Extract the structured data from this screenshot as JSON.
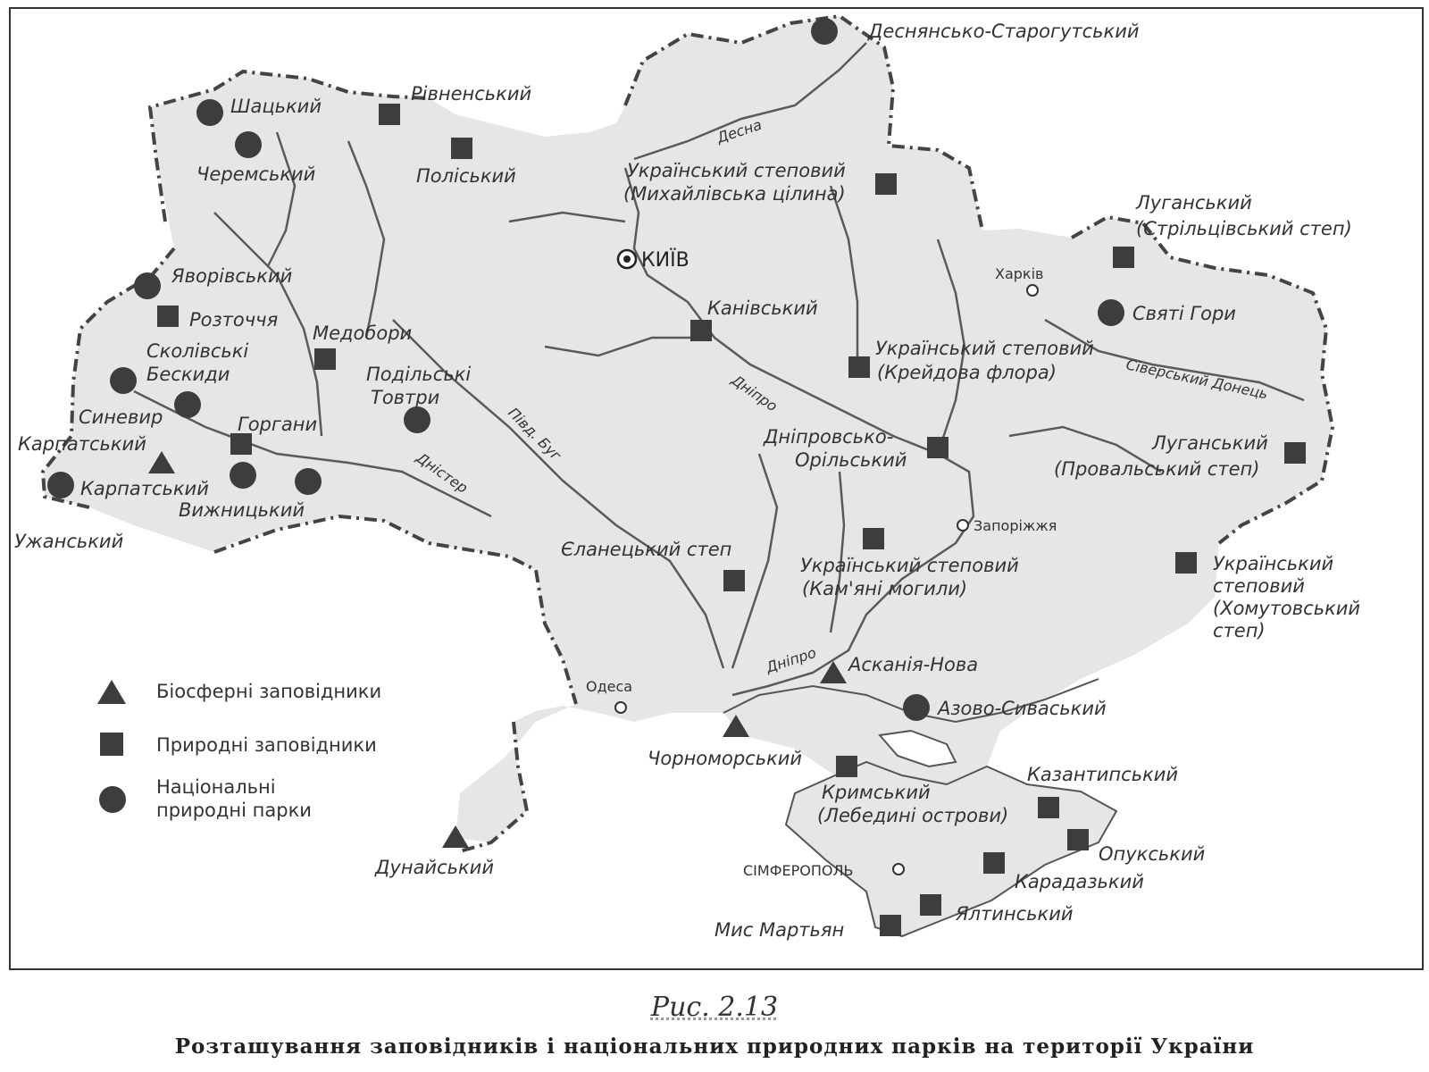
{
  "caption": {
    "figure": "Рис. 2.13",
    "title": "Розташування заповідників і національних природних парків на території України"
  },
  "legend": {
    "biosphere": "Біосферні заповідники",
    "nature": "Природні заповідники",
    "parks_line1": "Національні",
    "parks_line2": "природні парки"
  },
  "cities": {
    "kyiv": "КИЇВ",
    "kharkiv": "Харків",
    "zaporizhzhia": "Запоріжжя",
    "odesa": "Одеса",
    "simferopol": "СІМФЕРОПОЛЬ"
  },
  "rivers": {
    "desna": "Десна",
    "dnipro_upper": "Дніпро",
    "dnipro_lower": "Дніпро",
    "pivd_buh": "Півд. Буг",
    "dnister": "Дністер",
    "donets": "Сіверський Донець"
  },
  "reserves": {
    "desniansko": "Деснянсько-Старогутський",
    "shatskyi": "Шацький",
    "rivnenskyi": "Рівненський",
    "cheremskyi": "Черемський",
    "poliskyi": "Поліський",
    "ukr_mykh_1": "Український степовий",
    "ukr_mykh_2": "(Михайлівська цілина)",
    "luh_str_1": "Луганський",
    "luh_str_2": "(Стрільцівський степ)",
    "yavorivskyi": "Яворівський",
    "roztochia": "Розточчя",
    "kanivskyi": "Канівський",
    "sviati_hory": "Святі Гори",
    "medobory": "Медобори",
    "skolivski_1": "Сколівські",
    "skolivski_2": "Бескиди",
    "podilski_1": "Подільські",
    "podilski_2": "Товтри",
    "ukr_kreid_1": "Український степовий",
    "ukr_kreid_2": "(Крейдова флора)",
    "synevyr": "Синевир",
    "horhany": "Горгани",
    "karpatskyi_bio": "Карпатський",
    "dnipr_or_1": "Дніпровсько-",
    "dnipr_or_2": "Орільський",
    "luh_prov_1": "Луганський",
    "luh_prov_2": "(Провальський степ)",
    "karpatskyi_park": "Карпатський",
    "vyzhnytskyi": "Вижницький",
    "uzhanskyi": "Ужанський",
    "elanetskyi": "Єланецький степ",
    "ukr_kam_1": "Український степовий",
    "ukr_kam_2": "(Кам'яні могили)",
    "ukr_khom_1": "Український",
    "ukr_khom_2": "степовий",
    "ukr_khom_3": "(Хомутовський",
    "ukr_khom_4": "степ)",
    "askania": "Асканія-Нова",
    "azovo": "Азово-Сиваський",
    "chornomorskyi": "Чорноморський",
    "kryms_1": "Кримський",
    "kryms_2": "(Лебедині острови)",
    "kazantypskyi": "Казантипський",
    "opukskyi": "Опукський",
    "karadazkyi": "Карадазький",
    "yaltynskyi": "Ялтинський",
    "mys_martian": "Мис Мартьян",
    "dunaiskyi": "Дунайський"
  },
  "colors": {
    "land": "#e6e6e6",
    "markers": "#3d3d3d",
    "border": "#444444",
    "rivers": "#5a5a5a"
  }
}
